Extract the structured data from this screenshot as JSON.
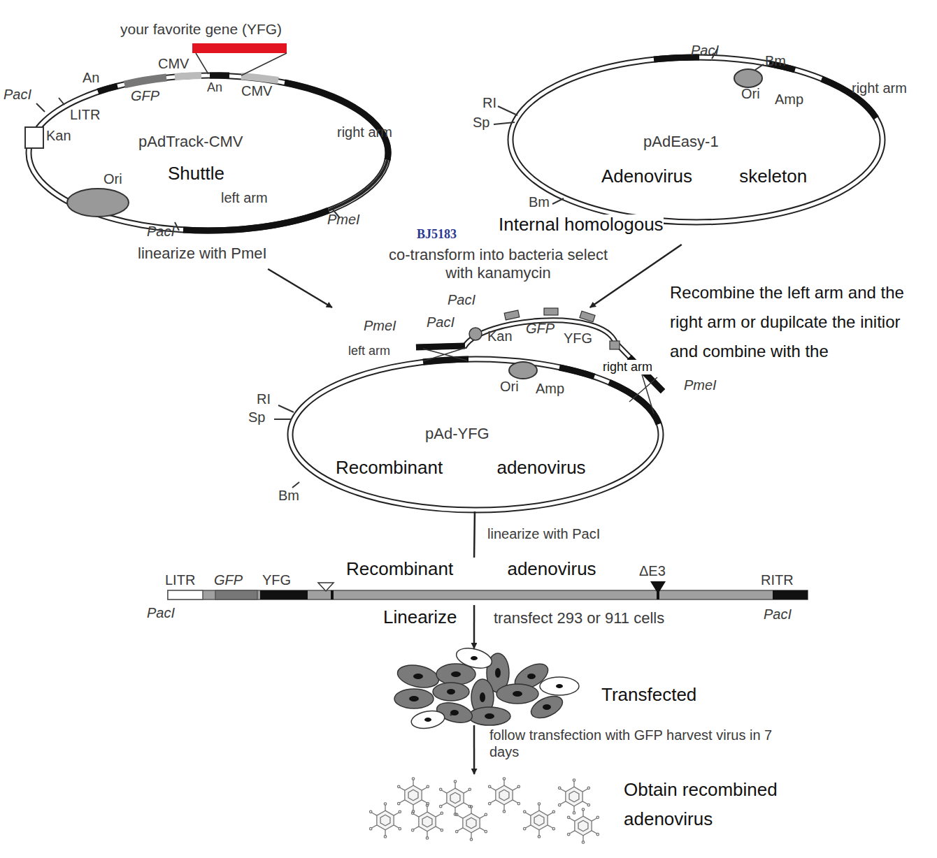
{
  "diagram": {
    "nodes": [
      {
        "text": [
          "pAdTrack-CMV",
          "Shuttle"
        ]
      },
      {
        "text": [
          "pAdEasy-1",
          "Adenovirus skeleton"
        ]
      },
      {
        "text": [
          "pAd-YFG",
          "Recombinant adenovirus"
        ]
      },
      {
        "text": [
          "Recombinant adenovirus"
        ]
      },
      {
        "text": [
          "Transfected"
        ]
      },
      {
        "text": [
          "Obtain recombined adenovirus"
        ]
      }
    ],
    "edges": [
      {
        "from": 0,
        "to": 2,
        "arrow": "to",
        "label": "linearize with PmeI"
      },
      {
        "from": 1,
        "to": 2,
        "arrow": "to",
        "label": "co-transform into bacteria select with kanamycin"
      },
      {
        "from": 2,
        "to": 3,
        "arrow": "none",
        "label": "linearize with PacI"
      },
      {
        "from": 3,
        "to": 4,
        "arrow": "to",
        "label": "transfect 293 or 911 cells"
      },
      {
        "from": 4,
        "to": 5,
        "arrow": "to",
        "label": "follow transfection with GFP harvest virus in 7 days"
      }
    ],
    "labels": [
      "your favorite gene (YFG)",
      "An",
      "CMV",
      "GFP",
      "An",
      "CMV",
      "PacI",
      "LITR",
      "Kan",
      "right arm",
      "Ori",
      "left arm",
      "PmeI",
      "PacI",
      "PacI",
      "Bm",
      "Ori",
      "Amp",
      "right arm",
      "RI",
      "Sp",
      "Bm",
      "BJ5183",
      "Internal homologous",
      "Recombine the left arm and the right arm or dupilcate the initior and combine with the",
      "PmeI",
      "PacI",
      "PacI",
      "Kan",
      "GFP",
      "YFG",
      "left arm",
      "Ori",
      "Amp",
      "right arm",
      "PmeI",
      "RI",
      "Sp",
      "Bm",
      "Linearize",
      "LITR",
      "GFP",
      "YFG",
      "ΔE3",
      "RITR",
      "PacI",
      "PacI"
    ]
  }
}
